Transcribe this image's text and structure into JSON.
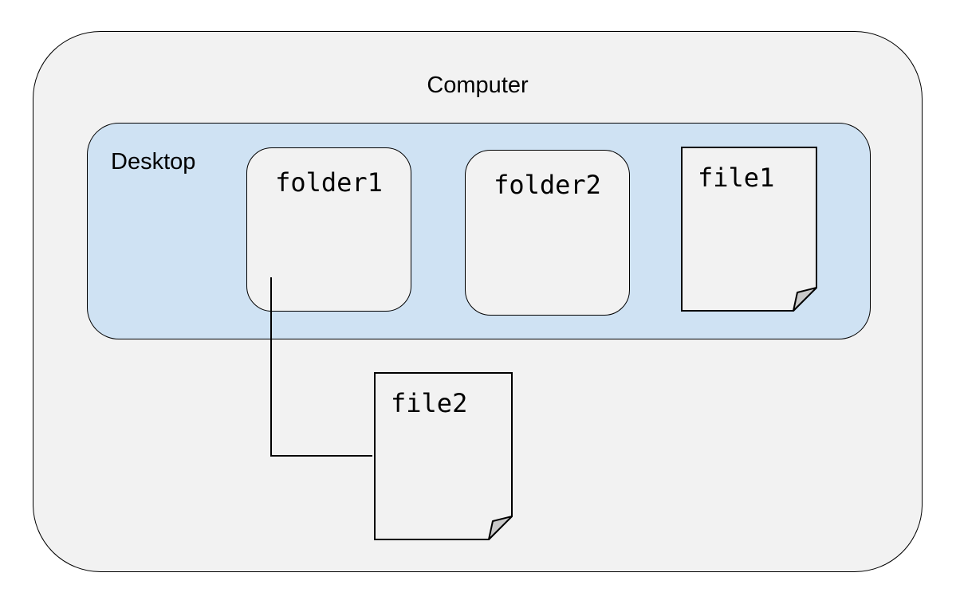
{
  "colors": {
    "outer_fill": "#f2f2f2",
    "desktop_fill": "#cfe2f3",
    "node_fill": "#f2f2f2",
    "fold_fill": "#c9c9c9",
    "stroke": "#000000",
    "text": "#000000"
  },
  "diagram": {
    "computer": {
      "label": "Computer"
    },
    "desktop": {
      "label": "Desktop"
    },
    "nodes": {
      "folder1": {
        "label": "folder1",
        "type": "folder",
        "location": "Desktop"
      },
      "folder2": {
        "label": "folder2",
        "type": "folder",
        "location": "Desktop"
      },
      "file1": {
        "label": "file1",
        "type": "file",
        "location": "Desktop"
      },
      "file2": {
        "label": "file2",
        "type": "file",
        "location": "Computer"
      }
    },
    "connections": [
      {
        "from": "folder1",
        "to": "file2"
      }
    ]
  }
}
